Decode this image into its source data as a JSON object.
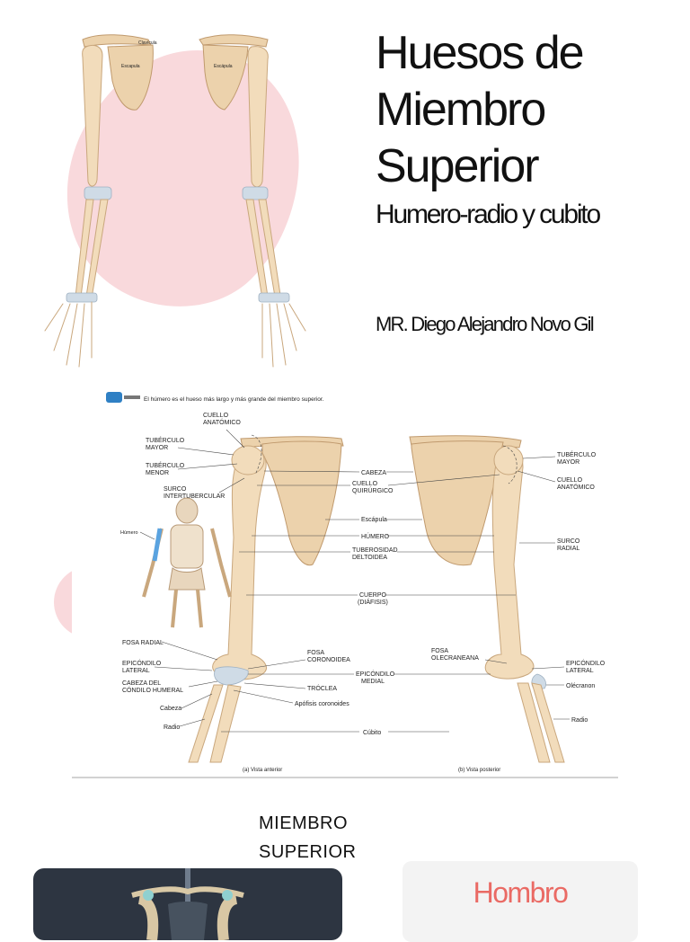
{
  "title_lines": [
    "Huesos de",
    "Miembro",
    "Superior"
  ],
  "subtitle": "Humero-radio y cubito",
  "author": "MR. Diego Alejandro Novo Gil",
  "top_figure": {
    "labels": {
      "clavicula": "Clavícula",
      "escapula_left": "Escapula",
      "escapula_right": "Escápula"
    }
  },
  "humerus_figure": {
    "caption": "El húmero es el hueso más largo y más grande del miembro superior.",
    "inset_label": "Húmero",
    "left_labels": {
      "cuello_anatomico": [
        "CUELLO",
        "ANATÓMICO"
      ],
      "tuberculo_mayor": [
        "TUBÉRCULO",
        "MAYOR"
      ],
      "tuberculo_menor": [
        "TUBÉRCULO",
        "MENOR"
      ],
      "surco_intertubercular": [
        "SURCO",
        "INTERTUBERCULAR"
      ],
      "fosa_radial": [
        "FOSA RADIAL"
      ],
      "epicondilo_lateral": [
        "EPICÓNDILO",
        "LATERAL"
      ],
      "cabeza_condilo": [
        "CABEZA DEL",
        "CÓNDILO HUMERAL"
      ],
      "cabeza": [
        "Cabeza"
      ],
      "radio": [
        "Radio"
      ]
    },
    "center_labels": {
      "cabeza": [
        "CABEZA"
      ],
      "cuello_quirurgico": [
        "CUELLO",
        "QUIRÚRGICO"
      ],
      "escapula": [
        "Escápula"
      ],
      "humero": [
        "HÚMERO"
      ],
      "tuberosidad": [
        "TUBEROSIDAD",
        "DELTOIDEA"
      ],
      "cuerpo": [
        "CUERPO",
        "(DIÁFISIS)"
      ],
      "fosa_coronoidea": [
        "FOSA",
        "CORONOIDEA"
      ],
      "epicondilo_medial": [
        "EPICÓNDILO",
        "MEDIAL"
      ],
      "troclea": [
        "TRÓCLEA"
      ],
      "apofisis_coronoides": [
        "Apófisis coronoides"
      ],
      "cubito": [
        "Cúbito"
      ],
      "fosa_olecraneana": [
        "FOSA",
        "OLECRANEANA"
      ]
    },
    "right_labels": {
      "tuberculo_mayor": [
        "TUBÉRCULO",
        "MAYOR"
      ],
      "cuello_anatomico": [
        "CUELLO",
        "ANATÓMICO"
      ],
      "surco_radial": [
        "SURCO",
        "RADIAL"
      ],
      "epicondilo_lateral": [
        "EPICÓNDILO",
        "LATERAL"
      ],
      "olecranon": [
        "Olécranon"
      ],
      "radio": [
        "Radio"
      ]
    },
    "view_anterior": "(a) Vista anterior",
    "view_posterior": "(b) Vista posterior"
  },
  "section_title": [
    "MIEMBRO",
    "SUPERIOR"
  ],
  "card_label": "Hombro",
  "colors": {
    "accent": "#ea6a64",
    "blob": "#f9d9dc",
    "bone": "#f2dcbb",
    "dark_card": "#2d3541"
  }
}
